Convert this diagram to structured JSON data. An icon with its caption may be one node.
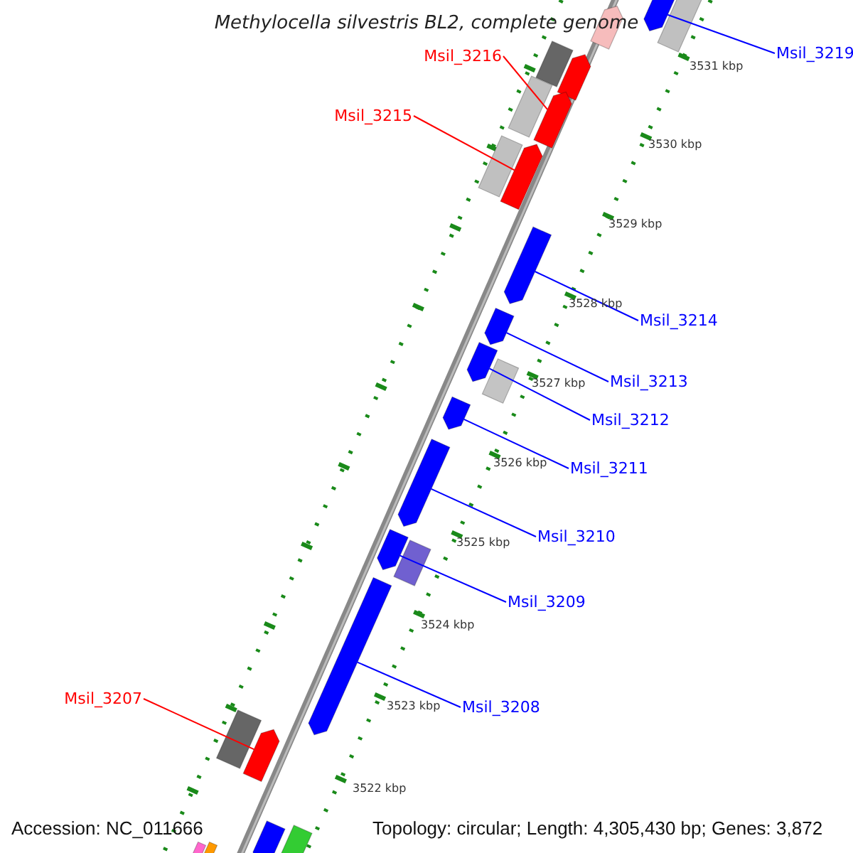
{
  "diagram": {
    "title": "Methylocella silvestris BL2, complete genome",
    "nodes": [
      {
        "text": [
          "Msil_3219"
        ]
      },
      {
        "text": [
          "Msil_3216"
        ]
      },
      {
        "text": [
          "Msil_3215"
        ]
      },
      {
        "text": [
          "Msil_3214"
        ]
      },
      {
        "text": [
          "Msil_3213"
        ]
      },
      {
        "text": [
          "Msil_3212"
        ]
      },
      {
        "text": [
          "Msil_3211"
        ]
      },
      {
        "text": [
          "Msil_3210"
        ]
      },
      {
        "text": [
          "Msil_3209"
        ]
      },
      {
        "text": [
          "Msil_3207"
        ]
      },
      {
        "text": [
          "Msil_3208"
        ]
      },
      {
        "text": [],
        "shape": "bar"
      },
      {
        "text": [],
        "shape": "bar"
      },
      {
        "text": [],
        "shape": "bar"
      },
      {
        "text": [],
        "shape": "bar"
      },
      {
        "text": [],
        "shape": "bar"
      },
      {
        "text": [],
        "shape": "bar"
      },
      {
        "text": [],
        "shape": "bar"
      },
      {
        "text": [],
        "shape": "bar"
      },
      {
        "text": [],
        "shape": "bar"
      },
      {
        "text": [],
        "shape": "bar"
      },
      {
        "text": [],
        "shape": "bar"
      },
      {
        "text": [],
        "shape": "bar"
      },
      {
        "text": [],
        "shape": "bar"
      },
      {
        "text": [],
        "shape": "bar"
      },
      {
        "text": [],
        "shape": "bar"
      },
      {
        "text": [],
        "shape": "bar"
      },
      {
        "text": [],
        "shape": "bar"
      },
      {
        "text": [],
        "shape": "bar"
      },
      {
        "text": [],
        "shape": "bar"
      },
      {
        "text": [],
        "shape": "bar"
      },
      {
        "text": [],
        "shape": "bar"
      },
      {
        "text": [],
        "shape": "bar"
      },
      {
        "text": [],
        "shape": "bar"
      },
      {
        "text": [],
        "shape": "bar"
      }
    ],
    "edges": [
      {
        "from": 0,
        "to": 11,
        "arrow": "none"
      },
      {
        "from": 1,
        "to": 17,
        "arrow": "none",
        "color": "#ff0000"
      },
      {
        "from": 2,
        "to": 19,
        "arrow": "none",
        "color": "#ff0000"
      },
      {
        "from": 3,
        "to": 20,
        "arrow": "none"
      },
      {
        "from": 4,
        "to": 21,
        "arrow": "none"
      },
      {
        "from": 5,
        "to": 22,
        "arrow": "none"
      },
      {
        "from": 6,
        "to": 24,
        "arrow": "none"
      },
      {
        "from": 7,
        "to": 25,
        "arrow": "none"
      },
      {
        "from": 8,
        "to": 26,
        "arrow": "none"
      },
      {
        "from": 9,
        "to": 30,
        "arrow": "none",
        "color": "#ff0000"
      },
      {
        "from": 10,
        "to": 28,
        "arrow": "none"
      }
    ],
    "labels": [
      "3531 kbp",
      "3530 kbp",
      "3529 kbp",
      "3528 kbp",
      "3527 kbp",
      "3526 kbp",
      "3525 kbp",
      "3524 kbp",
      "3523 kbp",
      "3522 kbp",
      "Accession: NC_011666",
      "Topology: circular; Length: 4,305,430 bp; Genes: 3,872"
    ]
  }
}
